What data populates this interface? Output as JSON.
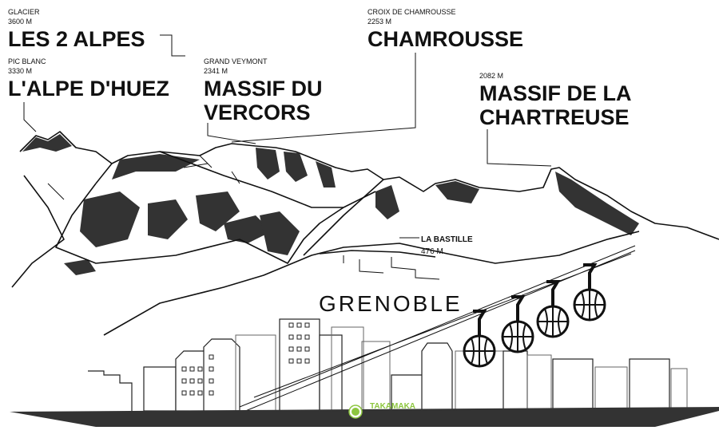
{
  "peaks": [
    {
      "name": "GLACIER",
      "altitude": "3600 M",
      "massif": "LES 2 ALPES"
    },
    {
      "name": "PIC BLANC",
      "altitude": "3330 M",
      "massif": "L'ALPE D'HUEZ"
    },
    {
      "name": "CROIX DE CHAMROUSSE",
      "altitude": "2253 M",
      "massif": "CHAMROUSSE"
    },
    {
      "name": "GRAND VEYMONT",
      "altitude": "2341 M",
      "massif_line1": "MASSIF DU",
      "massif_line2": "VERCORS"
    },
    {
      "altitude": "2082 M",
      "massif_line1": "MASSIF DE LA",
      "massif_line2": "CHARTREUSE"
    }
  ],
  "bastille": {
    "name": "LA BASTILLE",
    "altitude": "476 M"
  },
  "city": "GRENOBLE",
  "location": {
    "name": "TAKAMAKA",
    "color": "#8dc63f"
  },
  "colors": {
    "ink": "#111111",
    "rock": "#333333"
  }
}
